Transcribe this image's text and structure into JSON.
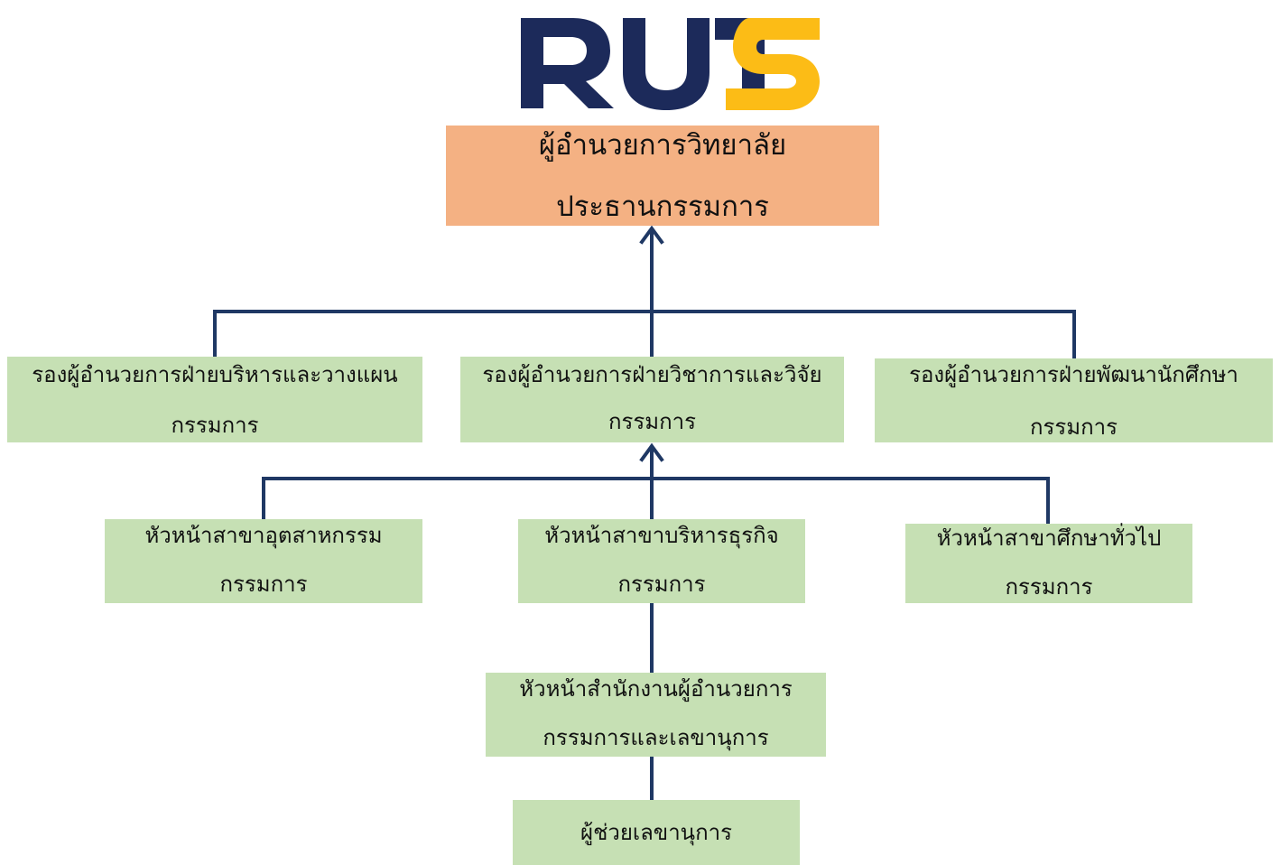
{
  "logo": {
    "text": "RUTS",
    "colors": {
      "navy": "#1c2a5a",
      "gold": "#fcbc16"
    }
  },
  "colors": {
    "line": "#1f3864",
    "top_box": "#f4b183",
    "box": "#c6e0b4"
  },
  "chart": {
    "director": {
      "title": "ผู้อำนวยการวิทยาลัย",
      "role": "ประธานกรรมการ"
    },
    "deputies": [
      {
        "title": "รองผู้อำนวยการฝ่ายบริหารและวางแผน",
        "role": "กรรมการ"
      },
      {
        "title": "รองผู้อำนวยการฝ่ายวิชาการและวิจัย",
        "role": "กรรมการ"
      },
      {
        "title": "รองผู้อำนวยการฝ่ายพัฒนานักศึกษา",
        "role": "กรรมการ"
      }
    ],
    "heads": [
      {
        "title": "หัวหน้าสาขาอุตสาหกรรม",
        "role": "กรรมการ"
      },
      {
        "title": "หัวหน้าสาขาบริหารธุรกิจ",
        "role": "กรรมการ"
      },
      {
        "title": "หัวหน้าสาขาศึกษาทั่วไป",
        "role": "กรรมการ"
      }
    ],
    "office_head": {
      "title": "หัวหน้าสำนักงานผู้อำนวยการ",
      "role": "กรรมการและเลขานุการ"
    },
    "assistant": {
      "title": "ผู้ช่วยเลขานุการ"
    }
  }
}
